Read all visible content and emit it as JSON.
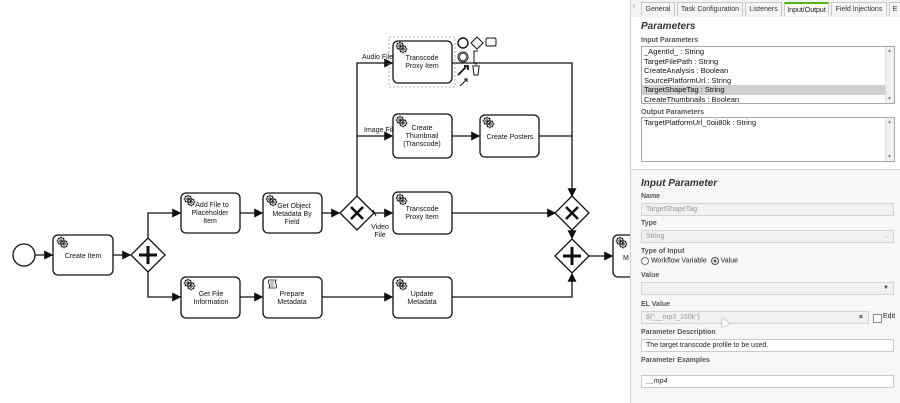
{
  "diagram": {
    "tasks": {
      "transcode_proxy_top": "Transcode Proxy Item",
      "create_thumbnail": "Create Thumbnail (Transcode)",
      "create_posters": "Create Posters",
      "create_item": "Create Item",
      "add_file": "Add File to Placeholder Item",
      "get_metadata": "Get Object Metadata By Field",
      "transcode_proxy_mid": "Transcode Proxy Item",
      "get_file_info": "Get File Information",
      "prepare_metadata": "Prepare Metadata",
      "update_metadata": "Update Metadata",
      "partial_right": "M"
    },
    "flows": {
      "audio": "Audio File",
      "image": "Image File",
      "video": "Video File"
    }
  },
  "panel": {
    "tabs": [
      "General",
      "Task Configuration",
      "Listeners",
      "Input/Output",
      "Field Injections",
      "E"
    ],
    "active_tab": "Input/Output",
    "parameters_title": "Parameters",
    "input_params_label": "Input Parameters",
    "input_params": [
      "_AgentId_ : String",
      "TargetFilePath : String",
      "CreateAnalysis : Boolean",
      "SourcePlatformUrl : String",
      "TargetShapeTag : String",
      "CreateThumbnails : Boolean"
    ],
    "selected_input_index": 4,
    "output_params_label": "Output Parameters",
    "output_params": [
      "TargetPlatformUrl_0oii80k : String"
    ],
    "detail": {
      "title": "Input Parameter",
      "name_label": "Name",
      "name_value": "TargetShapeTag",
      "type_label": "Type",
      "type_value": "String",
      "type_of_input_label": "Type of Input",
      "radio_workflow": "Workflow Variable",
      "radio_value": "Value",
      "value_label": "Value",
      "el_label": "EL Value",
      "el_value": "${\"__mp3_160k\"}",
      "edit_label": "Edit",
      "desc_label": "Parameter Description",
      "desc_value": "The target transcode profile to be used.",
      "examples_label": "Parameter Examples",
      "examples_value": "__mp4"
    }
  }
}
